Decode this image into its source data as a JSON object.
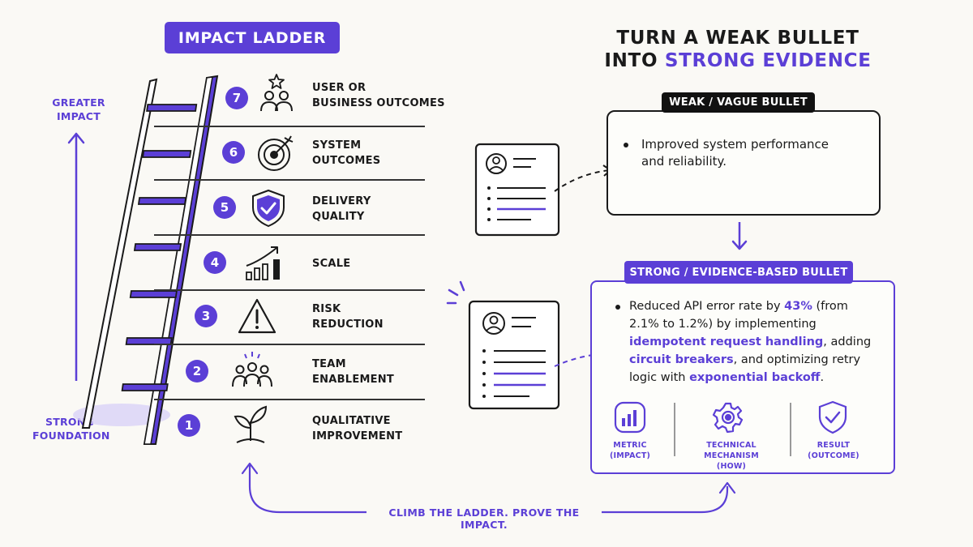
{
  "ladder": {
    "title": "IMPACT LADDER",
    "top_label": "GREATER\nIMPACT",
    "bottom_label": "STRONG\nFOUNDATION",
    "rungs": [
      {
        "number": "7",
        "label": "USER OR\nBUSINESS OUTCOMES",
        "icon": "users-star-icon"
      },
      {
        "number": "6",
        "label": "SYSTEM\nOUTCOMES",
        "icon": "target-icon"
      },
      {
        "number": "5",
        "label": "DELIVERY\nQUALITY",
        "icon": "shield-check-icon"
      },
      {
        "number": "4",
        "label": "SCALE",
        "icon": "growth-chart-icon"
      },
      {
        "number": "3",
        "label": "RISK\nREDUCTION",
        "icon": "warning-icon"
      },
      {
        "number": "2",
        "label": "TEAM\nENABLEMENT",
        "icon": "team-icon"
      },
      {
        "number": "1",
        "label": "QUALITATIVE\nIMPROVEMENT",
        "icon": "sprout-icon"
      }
    ]
  },
  "right": {
    "title_line1": "TURN A WEAK BULLET",
    "title_line2_prefix": "INTO ",
    "title_line2_highlight": "STRONG EVIDENCE",
    "weak_tag": "WEAK / VAGUE BULLET",
    "weak_text": "Improved system performance and reliability.",
    "strong_tag": "STRONG / EVIDENCE-BASED BULLET",
    "strong_text": {
      "p1": "Reduced API error rate by ",
      "h1": "43%",
      "p2": " (from 2.1% to 1.2%) by implementing ",
      "h2": "idempotent request handling",
      "p3": ", adding ",
      "h3": "circuit breakers",
      "p4": ", and optimizing retry logic with ",
      "h4": "exponential backoff",
      "p5": "."
    },
    "pillars": [
      {
        "label": "METRIC\n(IMPACT)",
        "icon": "bar-chart-icon"
      },
      {
        "label": "TECHNICAL MECHANISM\n(HOW)",
        "icon": "gear-icon"
      },
      {
        "label": "RESULT\n(OUTCOME)",
        "icon": "shield-check-icon"
      }
    ]
  },
  "caption": "CLIMB THE LADDER. PROVE THE IMPACT.",
  "colors": {
    "accent": "#5b3fd6",
    "ink": "#1a1a1a",
    "background": "#faf9f5"
  }
}
